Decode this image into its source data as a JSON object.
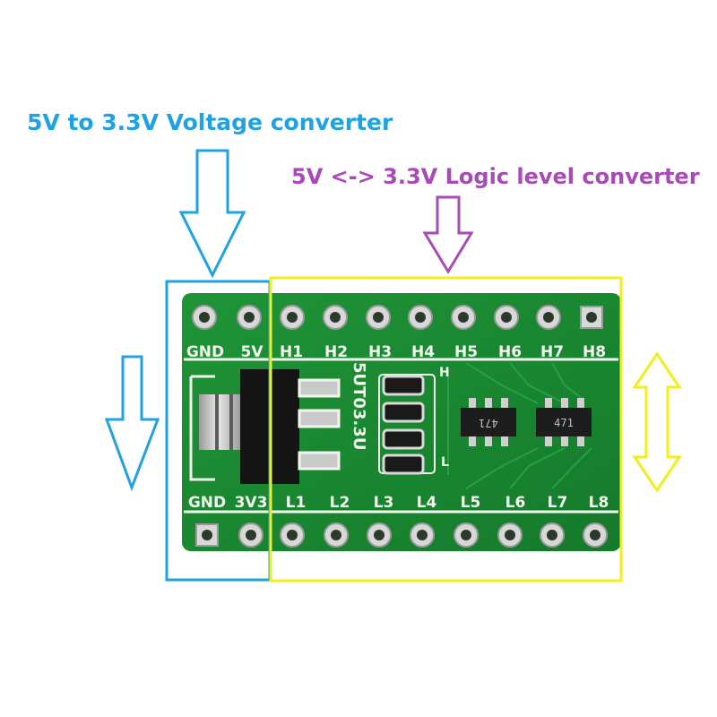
{
  "annotations": {
    "voltage_converter": "5V to 3.3V Voltage converter",
    "logic_converter": "5V <-> 3.3V Logic level converter"
  },
  "board": {
    "top_pins": [
      "GND",
      "5V",
      "H1",
      "H2",
      "H3",
      "H4",
      "H5",
      "H6",
      "H7",
      "H8"
    ],
    "bottom_pins": [
      "GND",
      "3V3",
      "L1",
      "L2",
      "L3",
      "L4",
      "L5",
      "L6",
      "L7",
      "L8"
    ],
    "regulator_marking": "5UT03.3U",
    "side_marking_high": "H",
    "side_marking_low": "L",
    "chip_marking_1": "471",
    "chip_marking_2": "471"
  },
  "colors": {
    "voltage": "#1ea3e0",
    "logic": "#a64cb4",
    "highlight": "#f2ee1a",
    "pcb": "#1b8a32"
  }
}
